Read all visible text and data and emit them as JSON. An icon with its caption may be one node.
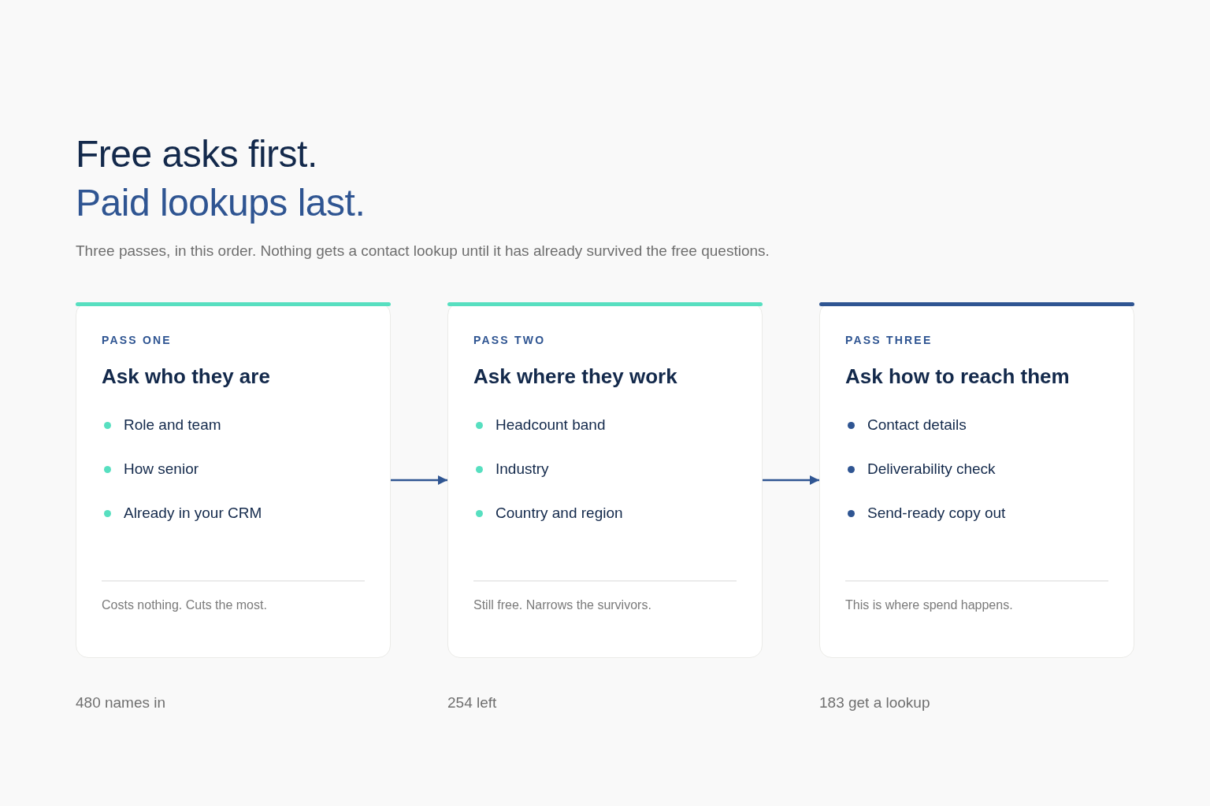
{
  "diagram": {
    "title": "Free asks first. Paid lookups last.",
    "nodes": [
      {
        "text": [
          "PASS ONE",
          "Ask who they are",
          "Role and team",
          "How senior",
          "Already in your CRM",
          "Costs nothing. Cuts the most."
        ],
        "beside": [
          "480 names in"
        ]
      },
      {
        "text": [
          "PASS TWO",
          "Ask where they work",
          "Headcount band",
          "Industry",
          "Country and region",
          "Still free. Narrows the survivors."
        ],
        "beside": [
          "254 left"
        ]
      },
      {
        "text": [
          "PASS THREE",
          "Ask how to reach them",
          "Contact details",
          "Deliverability check",
          "Send-ready copy out",
          "This is where spend happens."
        ],
        "beside": [
          "183 get a lookup"
        ]
      }
    ],
    "edges": [
      {
        "from": 0,
        "to": 1,
        "arrow": "to"
      },
      {
        "from": 1,
        "to": 2,
        "arrow": "to"
      }
    ],
    "labels": [
      "Three passes, in this order. Nothing gets a contact lookup until it has already survived the free questions."
    ]
  }
}
